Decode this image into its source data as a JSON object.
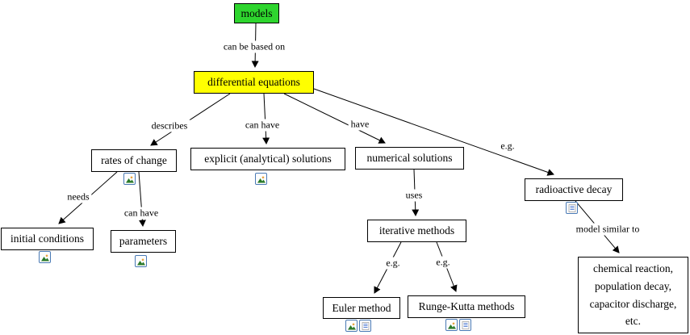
{
  "diagram": {
    "type": "concept-map",
    "topic": "models based on differential equations"
  },
  "colors": {
    "models_node_bg": "#2ed52e",
    "differential_equations_node_bg": "#ffff00",
    "default_node_bg": "#ffffff",
    "node_border": "#000000",
    "line": "#000000",
    "attachment_icon_border": "#4a7ab5"
  },
  "nodes": {
    "models": {
      "label": "models"
    },
    "differential_equations": {
      "label": "differential equations"
    },
    "rates_of_change": {
      "label": "rates of change"
    },
    "explicit_solutions": {
      "label": "explicit (analytical) solutions"
    },
    "numerical_solutions": {
      "label": "numerical solutions"
    },
    "radioactive_decay": {
      "label": "radioactive decay"
    },
    "initial_conditions": {
      "label": "initial conditions"
    },
    "parameters": {
      "label": "parameters"
    },
    "iterative_methods": {
      "label": "iterative methods"
    },
    "euler_method": {
      "label": "Euler method"
    },
    "runge_kutta_methods": {
      "label": "Runge-Kutta methods"
    },
    "analogous_models": {
      "label": "chemical reaction,\npopulation decay,\ncapacitor discharge,\netc."
    }
  },
  "links": {
    "can_be_based_on": "can be based on",
    "describes": "describes",
    "can_have_solutions": "can have",
    "have": "have",
    "eg_decay": "e.g.",
    "needs": "needs",
    "can_have_parameters": "can have",
    "uses": "uses",
    "eg_euler": "e.g.",
    "eg_runge_kutta": "e.g.",
    "model_similar_to": "model similar to"
  },
  "attachments": {
    "rates_of_change": [
      "image-attachment-icon"
    ],
    "explicit_solutions": [
      "image-attachment-icon"
    ],
    "initial_conditions": [
      "image-attachment-icon"
    ],
    "parameters": [
      "image-attachment-icon"
    ],
    "radioactive_decay": [
      "document-attachment-icon"
    ],
    "euler_method": [
      "image-attachment-icon",
      "document-attachment-icon"
    ],
    "runge_kutta_methods": [
      "image-attachment-icon",
      "document-attachment-icon"
    ]
  }
}
